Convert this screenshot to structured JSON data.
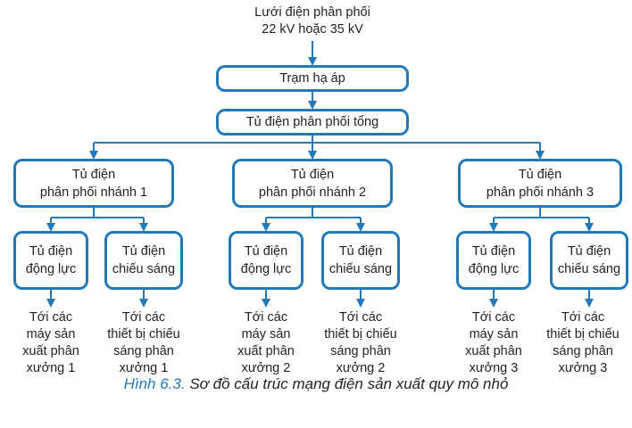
{
  "source": {
    "line1": "Lưới điện phân phối",
    "line2": "22 kV hoặc 35 kV"
  },
  "substation": "Trạm hạ áp",
  "main_cabinet": "Tủ điện phân phối tổng",
  "branches": [
    {
      "cabinet_line1": "Tủ điện",
      "cabinet_line2": "phân phối nhánh 1",
      "power": {
        "line1": "Tủ điện",
        "line2": "động lực"
      },
      "lighting": {
        "line1": "Tủ điện",
        "line2": "chiếu sáng"
      },
      "power_target": [
        "Tới các",
        "máy sản",
        "xuất phân",
        "xưởng 1"
      ],
      "lighting_target": [
        "Tới các",
        "thiết bị chiếu",
        "sáng phân",
        "xưởng 1"
      ]
    },
    {
      "cabinet_line1": "Tủ điện",
      "cabinet_line2": "phân phối nhánh 2",
      "power": {
        "line1": "Tủ điện",
        "line2": "động lực"
      },
      "lighting": {
        "line1": "Tủ điện",
        "line2": "chiếu sáng"
      },
      "power_target": [
        "Tới các",
        "máy sản",
        "xuất phân",
        "xưởng 2"
      ],
      "lighting_target": [
        "Tới các",
        "thiết bị chiếu",
        "sáng phân",
        "xưởng 2"
      ]
    },
    {
      "cabinet_line1": "Tủ điện",
      "cabinet_line2": "phân phối nhánh 3",
      "power": {
        "line1": "Tủ điện",
        "line2": "động lực"
      },
      "lighting": {
        "line1": "Tủ điện",
        "line2": "chiếu sáng"
      },
      "power_target": [
        "Tới các",
        "máy sản",
        "xuất phân",
        "xưởng 3"
      ],
      "lighting_target": [
        "Tới các",
        "thiết bị chiếu",
        "sáng phân",
        "xưởng 3"
      ]
    }
  ],
  "caption": {
    "figure": "Hình 6.3.",
    "text": "Sơ đồ cấu trúc mạng điện sản xuất quy mô nhỏ"
  },
  "colors": {
    "line": "#2378b8",
    "text": "#231f20"
  }
}
